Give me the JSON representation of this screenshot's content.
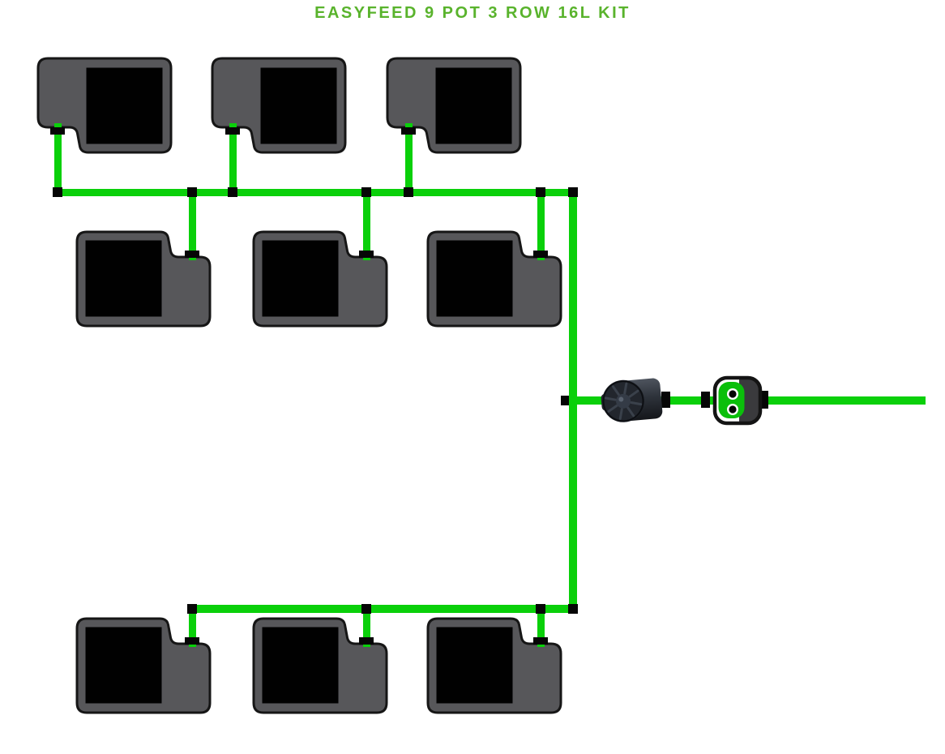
{
  "title": "EASYFEED 9 POT 3 ROW 16L KIT",
  "colors": {
    "background": "#ffffff",
    "title_green": "#59b32c",
    "tube_green": "#0ad00a",
    "fitting_black": "#060606",
    "tray_gray": "#57575a",
    "tray_border": "#161616",
    "pot_black": "#010101",
    "valve_green": "#0bbf0b",
    "valve_body_gray": "#3a3a3d",
    "filter_dark": "#22262d"
  },
  "diagram": {
    "pot_count": 9,
    "rows": 3,
    "pots_per_row": 3,
    "parts": [
      "pot-tray",
      "pot",
      "feed-tube",
      "tee-fitting",
      "elbow-fitting",
      "inline-fitting",
      "inline-filter",
      "easyfeed-valve"
    ]
  }
}
